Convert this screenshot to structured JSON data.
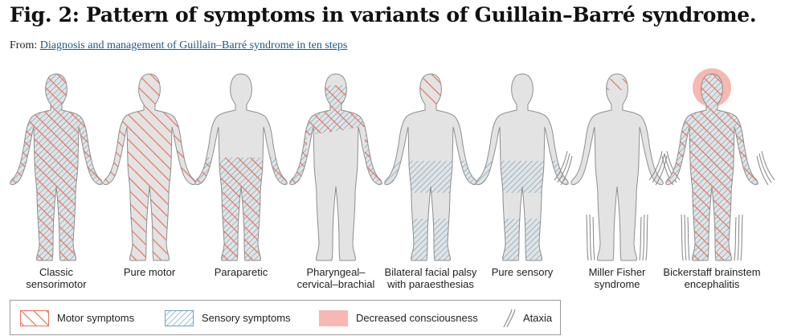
{
  "title": "Fig. 2: Pattern of symptoms in variants of Guillain–Barré syndrome.",
  "from_prefix": "From:",
  "from_link": "Diagnosis and management of Guillain–Barré syndrome in ten steps",
  "colors": {
    "motor": "#e8735e",
    "sensory": "#6fa3c7",
    "consciousness": "#f6b8b0",
    "body_fill": "#e3e3e3",
    "body_outline": "#8e8e8e"
  },
  "figures": [
    {
      "line1": "Classic",
      "line2": "sensorimotor"
    },
    {
      "line1": "Pure motor",
      "line2": ""
    },
    {
      "line1": "Paraparetic",
      "line2": ""
    },
    {
      "line1": "Pharyngeal–",
      "line2": "cervical–brachial"
    },
    {
      "line1": "Bilateral facial palsy",
      "line2": "with paraesthesias"
    },
    {
      "line1": "Pure sensory",
      "line2": ""
    },
    {
      "line1": "Miller Fisher",
      "line2": "syndrome"
    },
    {
      "line1": "Bickerstaff brainstem",
      "line2": "encephalitis"
    }
  ],
  "legend": {
    "motor": "Motor symptoms",
    "sensory": "Sensory symptoms",
    "consciousness": "Decreased consciousness",
    "ataxia": "Ataxia"
  }
}
